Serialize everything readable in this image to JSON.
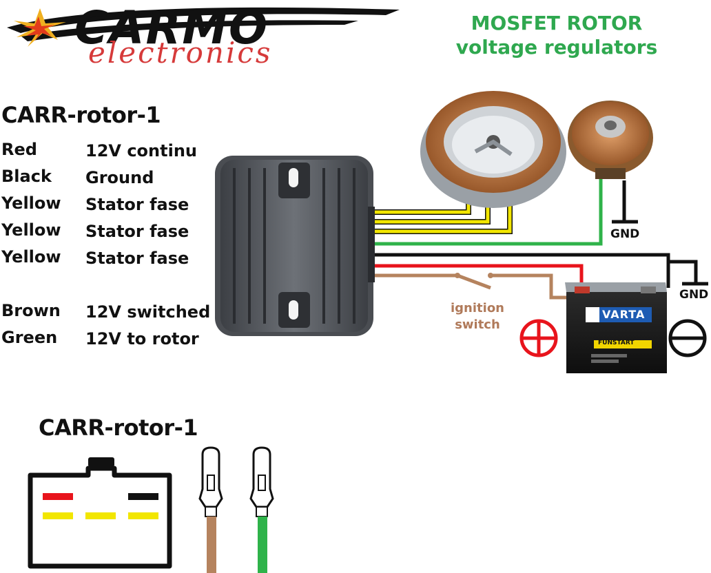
{
  "brand": {
    "name": "CARMO",
    "sub": "electronics"
  },
  "headline": {
    "line1": "MOSFET ROTOR",
    "line2": "voltage regulators"
  },
  "model_title": "CARR-rotor-1",
  "connector_title": "CARR-rotor-1",
  "legend": [
    {
      "color": "Red",
      "desc": "12V continu"
    },
    {
      "color": "Black",
      "desc": "Ground"
    },
    {
      "color": "Yellow",
      "desc": "Stator fase"
    },
    {
      "color": "Yellow",
      "desc": "Stator fase"
    },
    {
      "color": "Yellow",
      "desc": "Stator fase"
    },
    {
      "color": "Brown",
      "desc": "12V switched"
    },
    {
      "color": "Green",
      "desc": "12V to rotor"
    }
  ],
  "labels": {
    "gnd_rotor": "GND",
    "gnd_battery": "GND",
    "ignition_line1": "ignition",
    "ignition_line2": "switch",
    "battery_brand": "VARTA",
    "battery_sub": "FUNSTART"
  },
  "colors": {
    "red_wire": "#e8141c",
    "black_wire": "#111111",
    "yellow_wire": "#f2e600",
    "brown_wire": "#b5835e",
    "green_wire": "#2fb34a",
    "headline": "#2fa84f",
    "brand_red": "#d63a3a"
  },
  "icons": {
    "positive": "plus-circle-icon",
    "negative": "minus-circle-icon",
    "ground": "ground-icon"
  }
}
